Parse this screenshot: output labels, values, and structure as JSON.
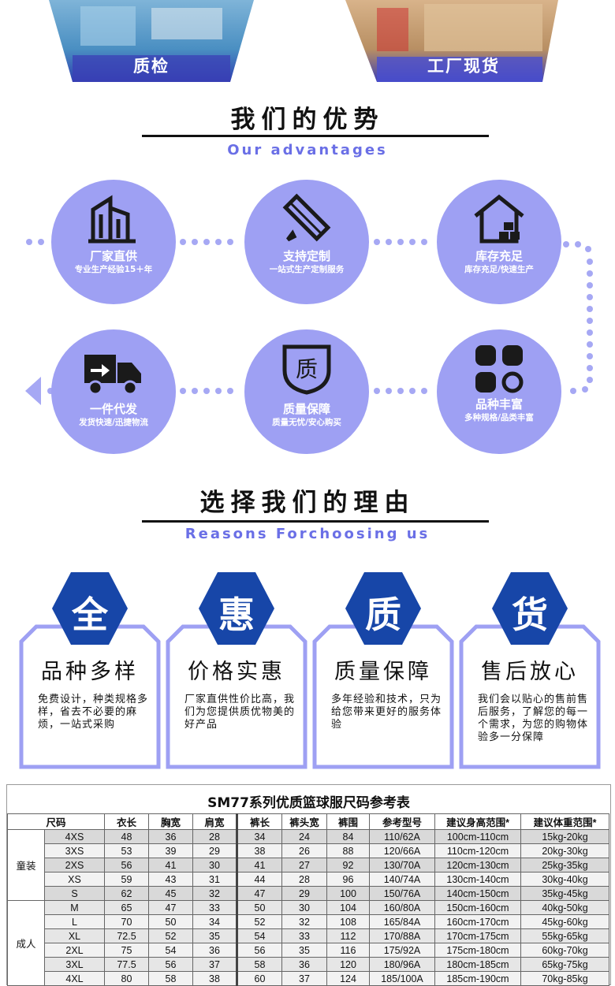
{
  "banner": {
    "left_label": "质检",
    "right_label": "工厂现货"
  },
  "advantages": {
    "title": "我们的优势",
    "subtitle": "Our advantages",
    "items": [
      {
        "title": "厂家直供",
        "desc": "专业生产经验15＋年",
        "icon": "building-icon"
      },
      {
        "title": "支持定制",
        "desc": "一站式生产定制服务",
        "icon": "ruler-pencil-icon"
      },
      {
        "title": "库存充足",
        "desc": "库存充足/快速生产",
        "icon": "warehouse-icon"
      },
      {
        "title": "品种丰富",
        "desc": "多种规格/品类丰富",
        "icon": "grid-icon"
      },
      {
        "title": "质量保障",
        "desc": "质量无忧/安心购买",
        "icon": "quality-shield-icon"
      },
      {
        "title": "一件代发",
        "desc": "发货快速/迅捷物流",
        "icon": "truck-icon"
      }
    ]
  },
  "reasons": {
    "title": "选择我们的理由",
    "subtitle": "Reasons Forchoosing us",
    "items": [
      {
        "char": "全",
        "title": "品种多样",
        "desc": "免费设计，种类规格多样，省去不必要的麻烦，一站式采购"
      },
      {
        "char": "惠",
        "title": "价格实惠",
        "desc": "厂家直供性价比高，我们为您提供质优物美的好产品"
      },
      {
        "char": "质",
        "title": "质量保障",
        "desc": "多年经验和技术，只为给您带来更好的服务体验"
      },
      {
        "char": "货",
        "title": "售后放心",
        "desc": "我们会以贴心的售前售后服务，了解您的每一个需求，为您的购物体验多一分保障"
      }
    ]
  },
  "size_table": {
    "title": "SM77系列优质篮球服尺码参考表",
    "headers": [
      "尺码",
      "衣长",
      "胸宽",
      "肩宽",
      "裤长",
      "裤头宽",
      "裤围",
      "参考型号",
      "建议身高范围*",
      "建议体重范围*"
    ],
    "groups": [
      {
        "name": "童装",
        "rows": [
          [
            "4XS",
            "48",
            "36",
            "28",
            "34",
            "24",
            "84",
            "110/62A",
            "100cm-110cm",
            "15kg-20kg"
          ],
          [
            "3XS",
            "53",
            "39",
            "29",
            "38",
            "26",
            "88",
            "120/66A",
            "110cm-120cm",
            "20kg-30kg"
          ],
          [
            "2XS",
            "56",
            "41",
            "30",
            "41",
            "27",
            "92",
            "130/70A",
            "120cm-130cm",
            "25kg-35kg"
          ],
          [
            "XS",
            "59",
            "43",
            "31",
            "44",
            "28",
            "96",
            "140/74A",
            "130cm-140cm",
            "30kg-40kg"
          ],
          [
            "S",
            "62",
            "45",
            "32",
            "47",
            "29",
            "100",
            "150/76A",
            "140cm-150cm",
            "35kg-45kg"
          ]
        ]
      },
      {
        "name": "成人",
        "rows": [
          [
            "M",
            "65",
            "47",
            "33",
            "50",
            "30",
            "104",
            "160/80A",
            "150cm-160cm",
            "40kg-50kg"
          ],
          [
            "L",
            "70",
            "50",
            "34",
            "52",
            "32",
            "108",
            "165/84A",
            "160cm-170cm",
            "45kg-60kg"
          ],
          [
            "XL",
            "72.5",
            "52",
            "35",
            "54",
            "33",
            "112",
            "170/88A",
            "170cm-175cm",
            "55kg-65kg"
          ],
          [
            "2XL",
            "75",
            "54",
            "36",
            "56",
            "35",
            "116",
            "175/92A",
            "175cm-180cm",
            "60kg-70kg"
          ],
          [
            "3XL",
            "77.5",
            "56",
            "37",
            "58",
            "36",
            "120",
            "180/96A",
            "180cm-185cm",
            "65kg-75kg"
          ],
          [
            "4XL",
            "80",
            "58",
            "38",
            "60",
            "37",
            "124",
            "185/100A",
            "185cm-190cm",
            "70kg-85kg"
          ]
        ]
      }
    ]
  },
  "colors": {
    "accent_purple": "#9ea0f3",
    "hex_blue": "#1746a8",
    "subtitle_purple": "#6a6fe6",
    "dot_purple": "#a6a8f4"
  }
}
